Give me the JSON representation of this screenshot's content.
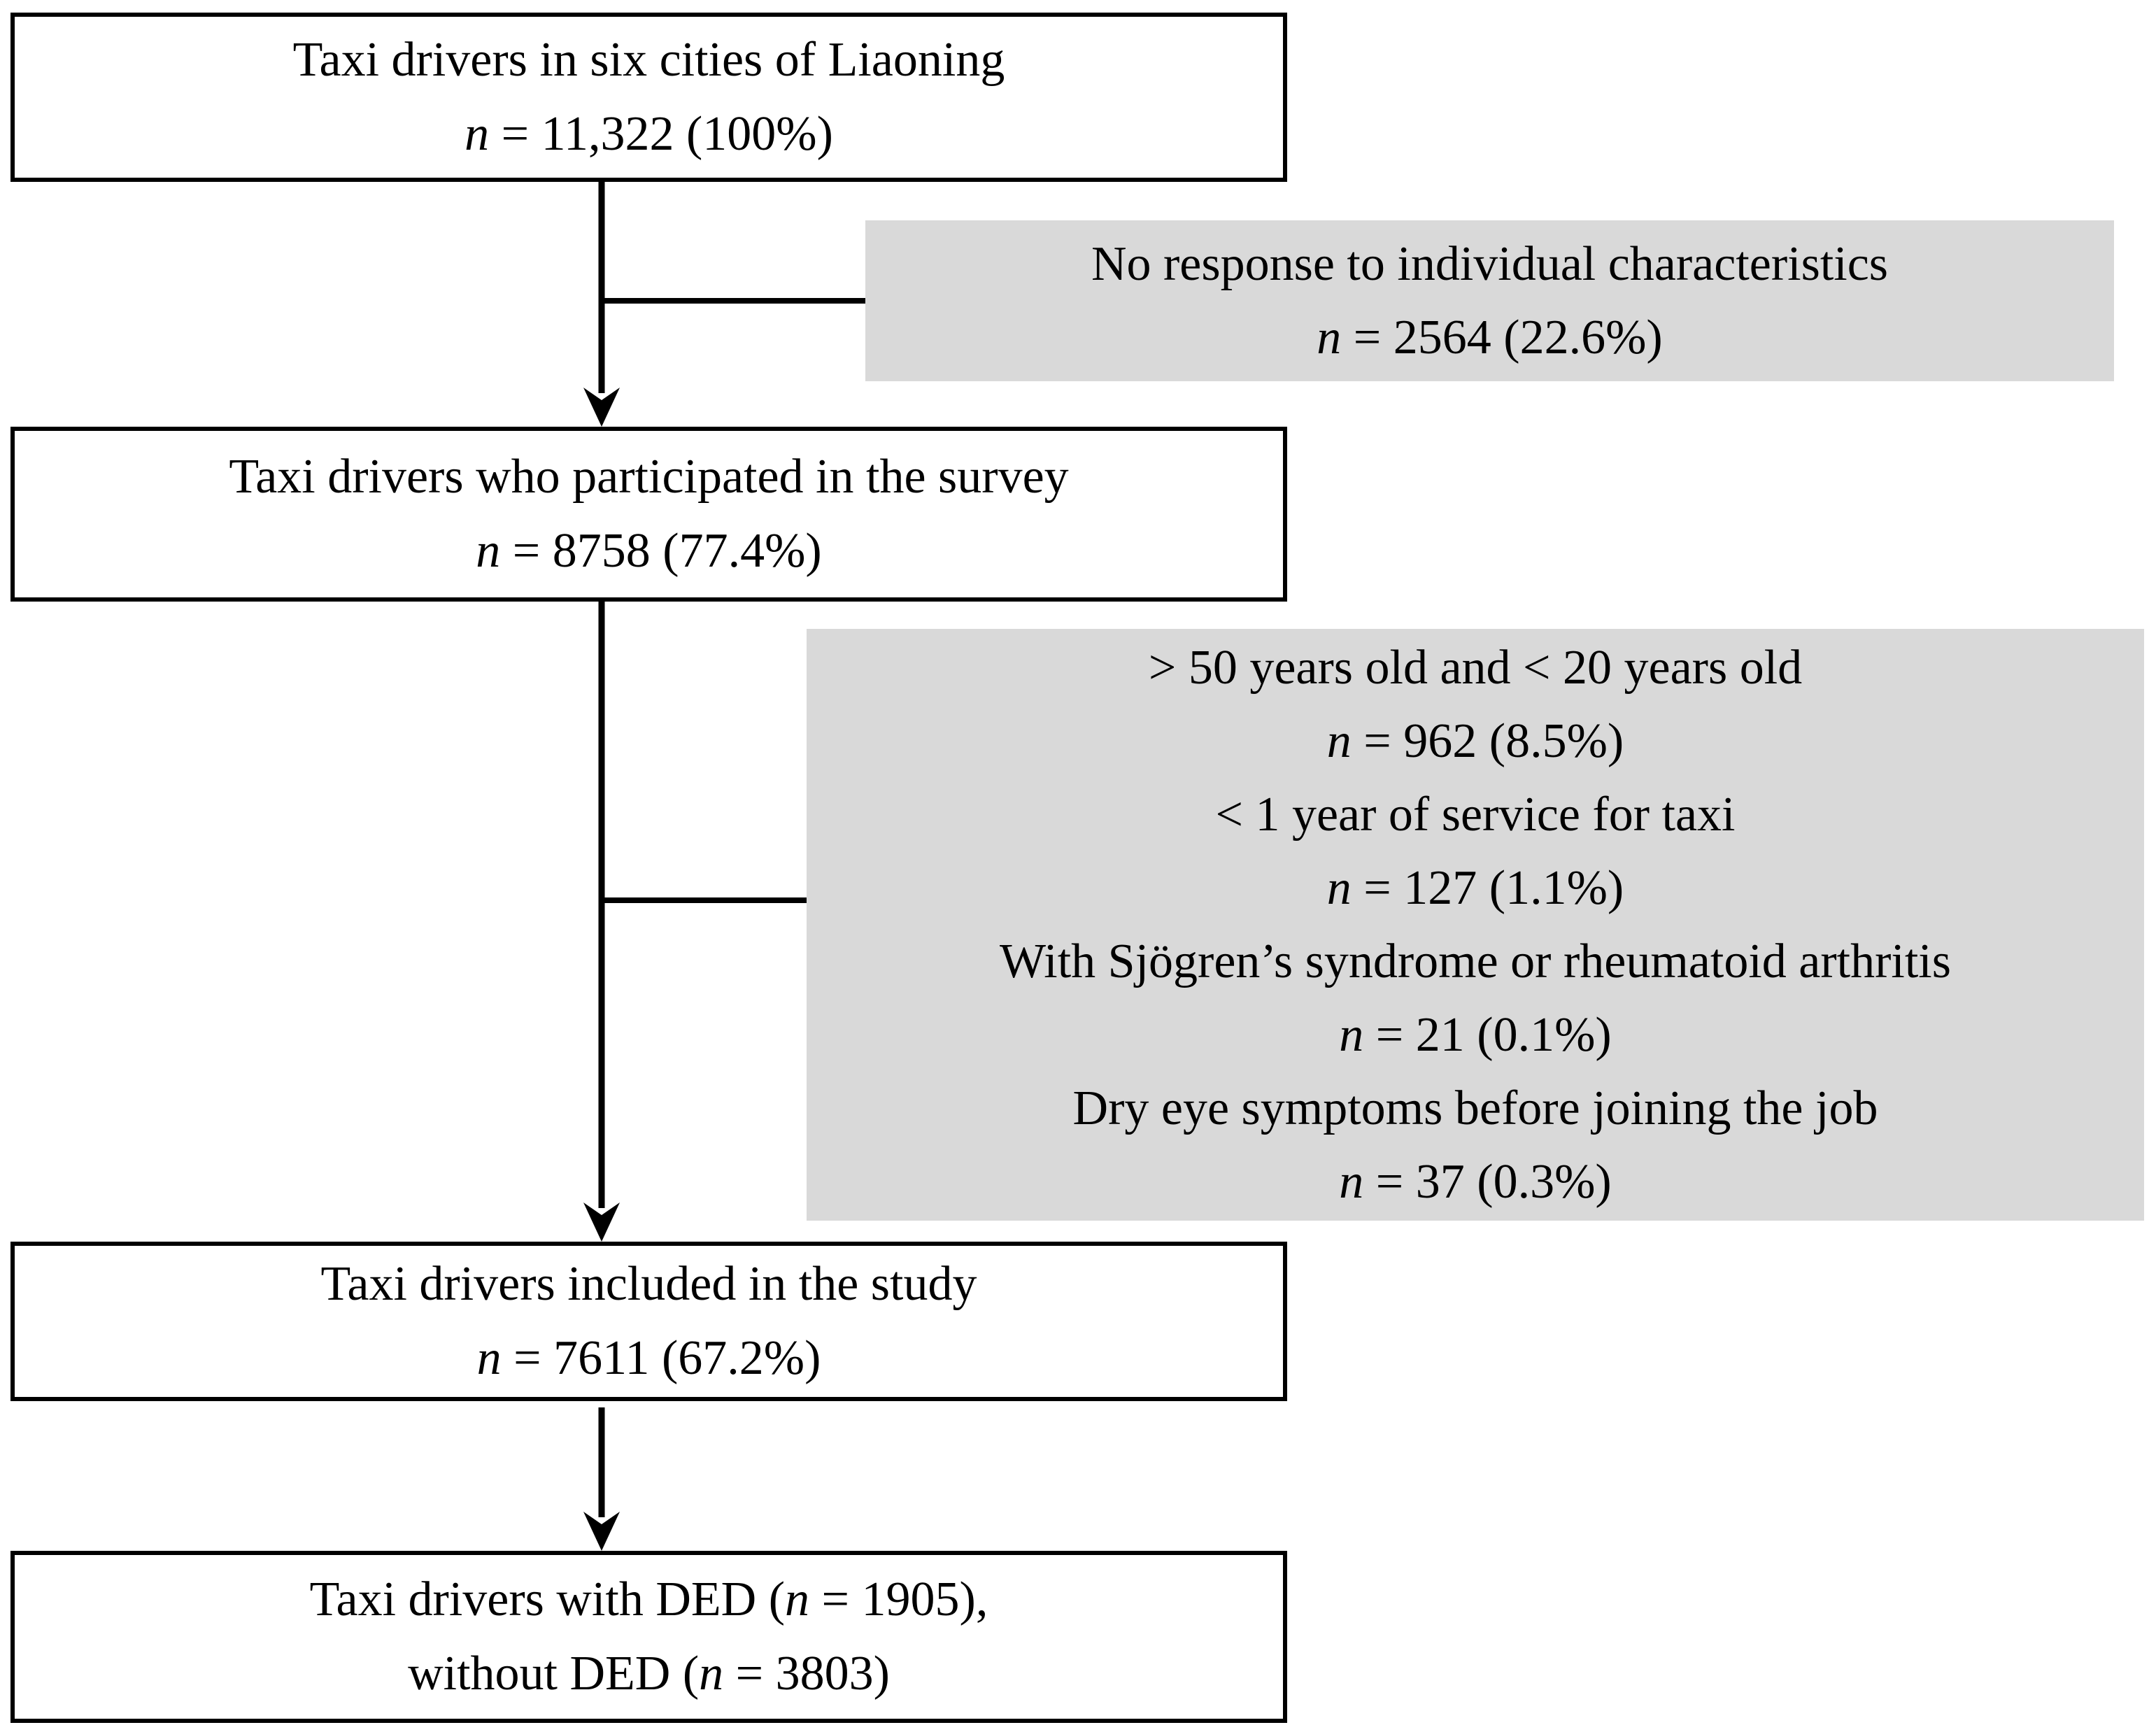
{
  "figure": {
    "background_color": "#ffffff",
    "box_border_color": "#000000",
    "box_fill_color": "#ffffff",
    "exclusion_fill_color": "#d9d9d9",
    "text_color": "#000000",
    "connector_color": "#000000"
  },
  "flowchart": {
    "main_boxes": [
      {
        "id": "population",
        "lines": [
          [
            {
              "t": "Taxi drivers in six cities of Liaoning"
            }
          ],
          [
            {
              "t": "n",
              "i": true
            },
            {
              "t": " = 11,322 (100%)"
            }
          ]
        ]
      },
      {
        "id": "participated",
        "lines": [
          [
            {
              "t": "Taxi drivers who participated in the survey"
            }
          ],
          [
            {
              "t": "n",
              "i": true
            },
            {
              "t": " = 8758 (77.4%)"
            }
          ]
        ]
      },
      {
        "id": "included",
        "lines": [
          [
            {
              "t": "Taxi drivers included in the study"
            }
          ],
          [
            {
              "t": "n",
              "i": true
            },
            {
              "t": " = 7611 (67.2%)"
            }
          ]
        ]
      },
      {
        "id": "outcome",
        "lines": [
          [
            {
              "t": "Taxi drivers with DED ("
            },
            {
              "t": "n",
              "i": true
            },
            {
              "t": " = 1905),"
            }
          ],
          [
            {
              "t": "without DED ("
            },
            {
              "t": "n",
              "i": true
            },
            {
              "t": " = 3803)"
            }
          ]
        ]
      }
    ],
    "exclusion_boxes": [
      {
        "id": "no-response",
        "lines": [
          [
            {
              "t": "No response to individual characteristics"
            }
          ],
          [
            {
              "t": "n",
              "i": true
            },
            {
              "t": " = 2564 (22.6%)"
            }
          ]
        ]
      },
      {
        "id": "exclusions",
        "lines": [
          [
            {
              "t": "> 50 years old and < 20 years old"
            }
          ],
          [
            {
              "t": "n",
              "i": true
            },
            {
              "t": " = 962 (8.5%)"
            }
          ],
          [
            {
              "t": "< 1 year of service for taxi"
            }
          ],
          [
            {
              "t": "n",
              "i": true
            },
            {
              "t": " = 127 (1.1%)"
            }
          ],
          [
            {
              "t": "With Sjögren’s syndrome or rheumatoid arthritis"
            }
          ],
          [
            {
              "t": "n",
              "i": true
            },
            {
              "t": " = 21 (0.1%)"
            }
          ],
          [
            {
              "t": "Dry eye symptoms before joining the job"
            }
          ],
          [
            {
              "t": "n",
              "i": true
            },
            {
              "t": " = 37 (0.3%)"
            }
          ]
        ]
      }
    ]
  }
}
